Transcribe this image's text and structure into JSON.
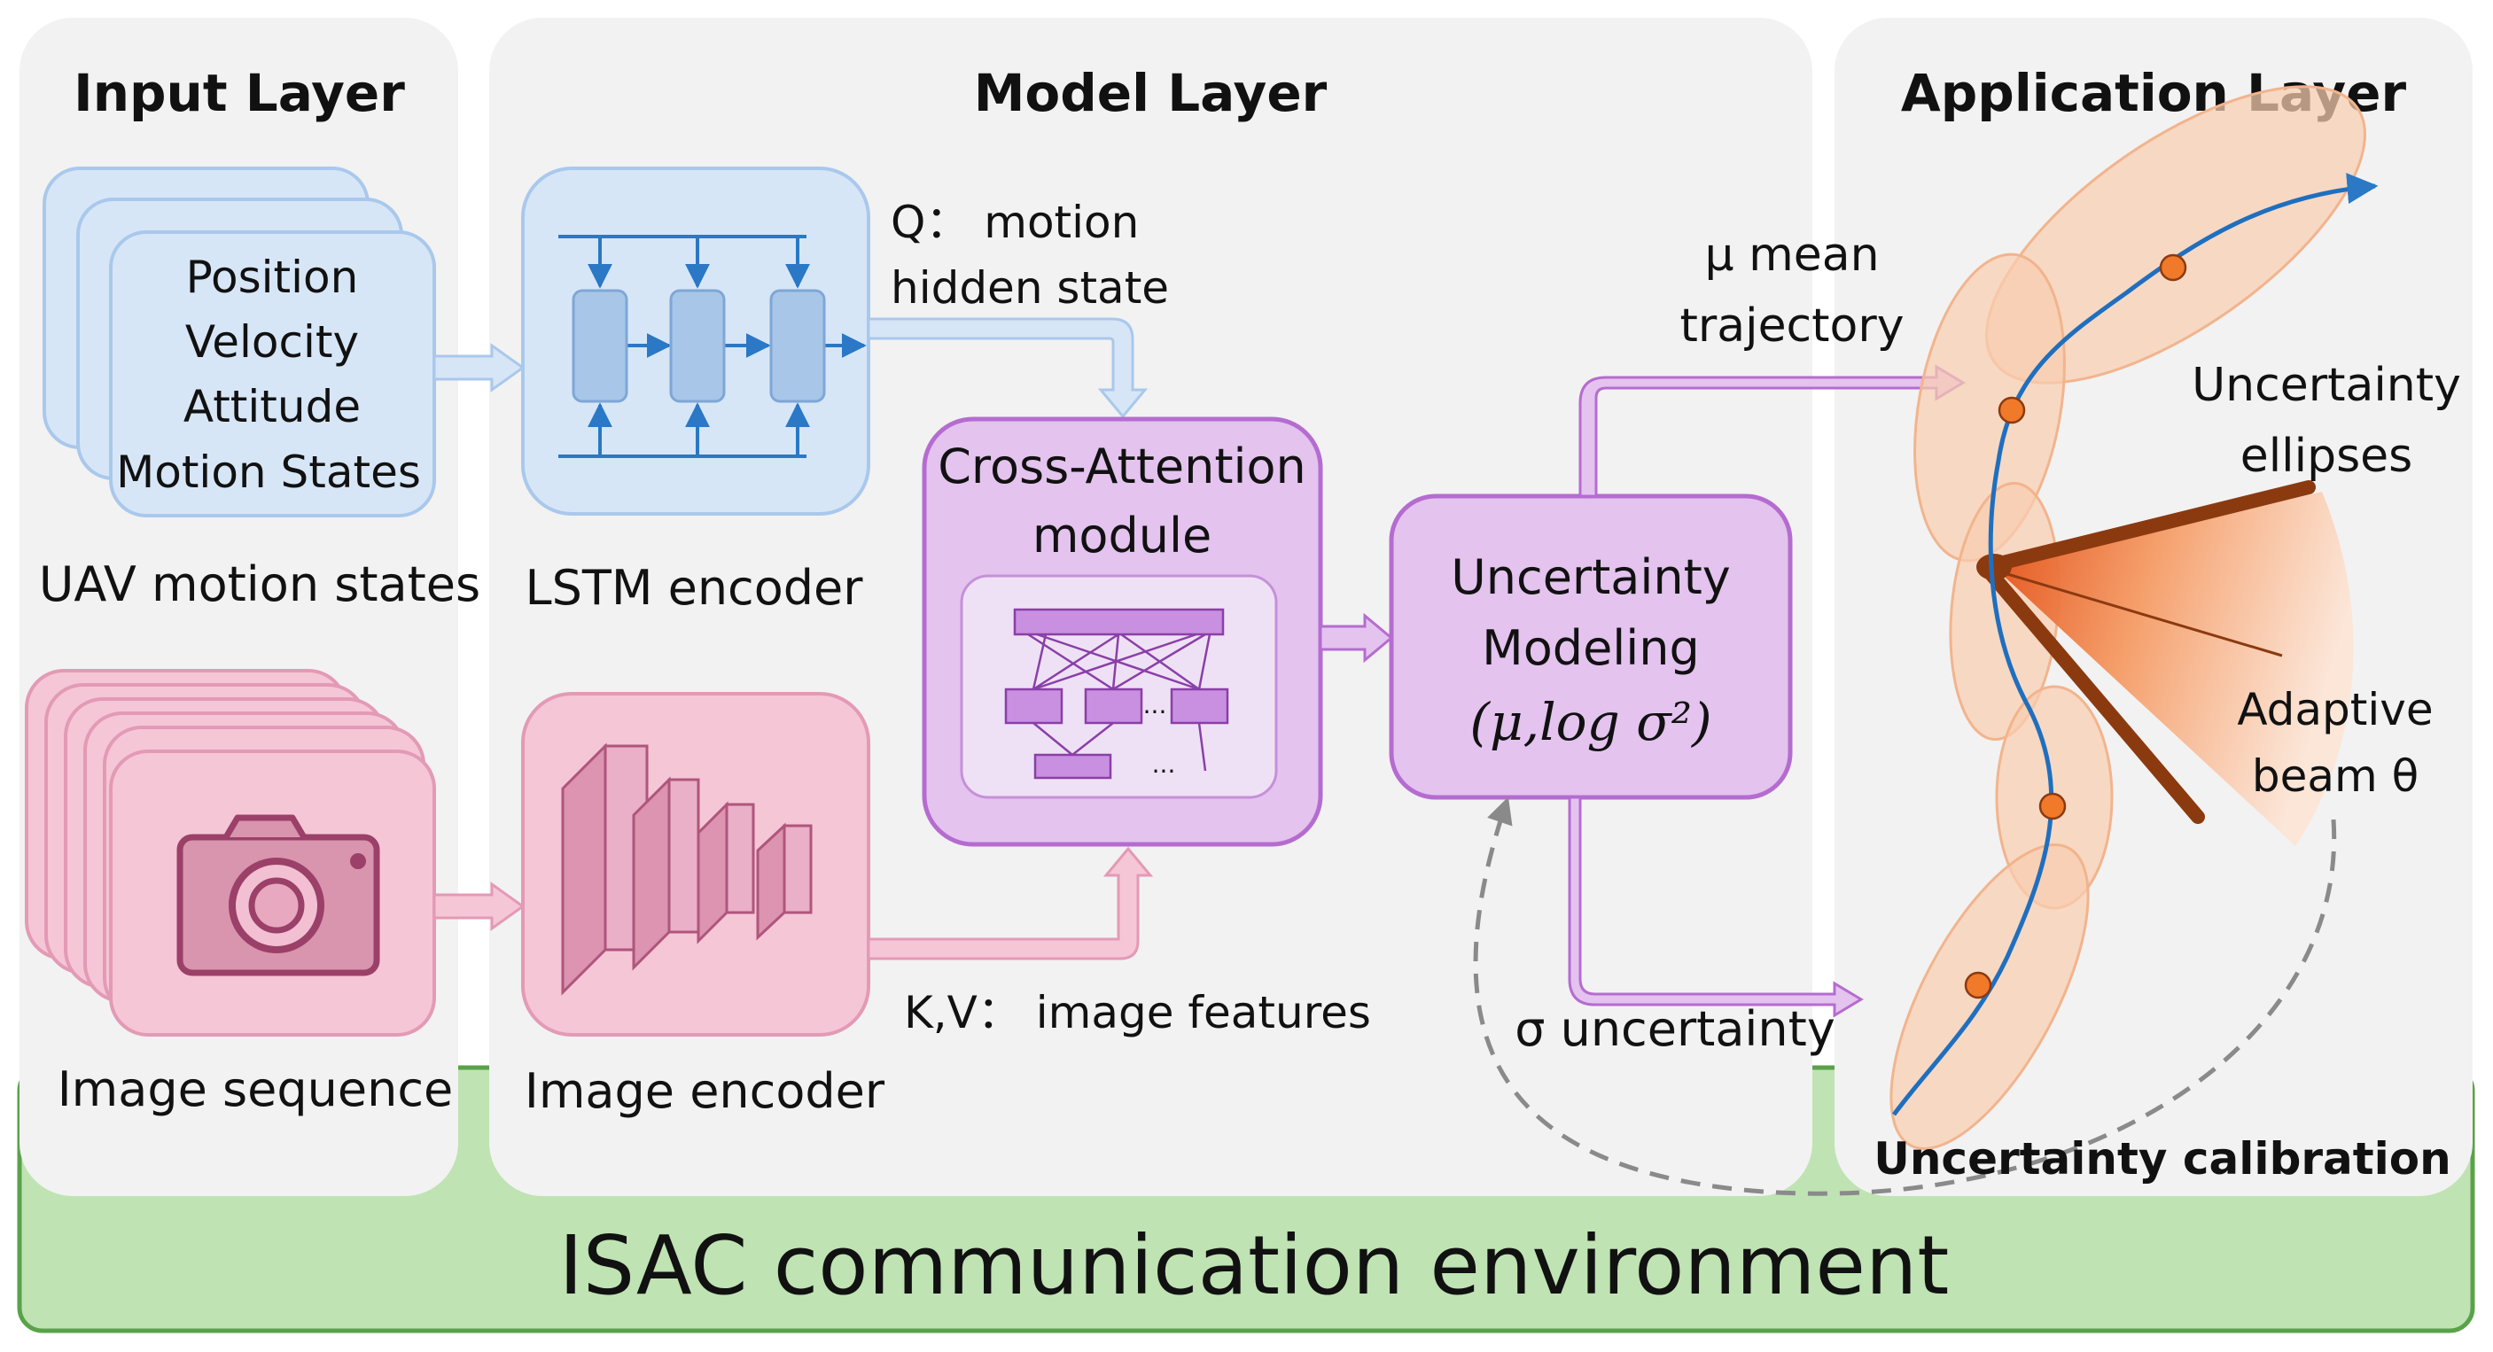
{
  "env": {
    "label": "ISAC communication environment",
    "color": "#bfe3b3"
  },
  "panels": {
    "input": {
      "title": "Input Layer"
    },
    "model": {
      "title": "Model Layer"
    },
    "application": {
      "title": "Application Layer"
    }
  },
  "motion_stack": {
    "lines": [
      "Position",
      "Velocity",
      "Attitude",
      "Motion States"
    ],
    "caption": "UAV motion states",
    "color": "#d7e6f7"
  },
  "image_stack": {
    "caption": "Image sequence",
    "color": "#f5c6d6"
  },
  "lstm": {
    "caption": "LSTM encoder"
  },
  "image_encoder": {
    "caption": "Image encoder"
  },
  "cross_attention": {
    "lines": [
      "Cross-Attention",
      "module"
    ],
    "dots": "...",
    "color": "#e4c3ef"
  },
  "query": {
    "lines": [
      "Q： motion",
      "hidden state"
    ]
  },
  "keyvalue": {
    "label": "K,V： image features"
  },
  "uncertainty_model": {
    "lines": [
      "Uncertainty",
      "Modeling"
    ],
    "formula": "(μ,log σ²)"
  },
  "mean_label": {
    "lines": [
      "μ mean",
      "trajectory"
    ]
  },
  "sigma_label": {
    "label": "σ uncertainty"
  },
  "ellipses_label": {
    "lines": [
      "Uncertainty",
      "ellipses"
    ]
  },
  "beam_label": {
    "lines": [
      "Adaptive",
      "beam θ"
    ]
  },
  "calibration_label": {
    "label": "Uncertainty calibration"
  }
}
